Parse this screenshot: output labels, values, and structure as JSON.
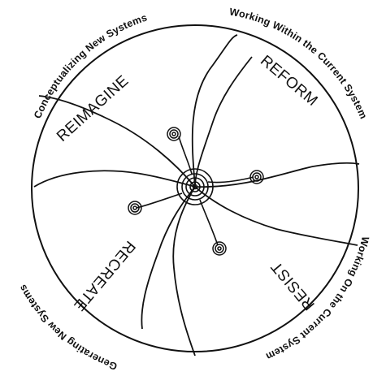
{
  "outer_labels": {
    "top_left": "Conceptualizing New Systems",
    "top_right": "Working Within the Current System",
    "bottom_right": "Working On the Current System",
    "bottom_left": "Generating New Systems"
  },
  "quadrants": {
    "top_left": "REIMAGINE",
    "top_right": "REFORM",
    "bottom_right": "RESIST",
    "bottom_left": "RECREATE"
  },
  "colors": {
    "stroke": "#111111",
    "background": "#ffffff"
  }
}
